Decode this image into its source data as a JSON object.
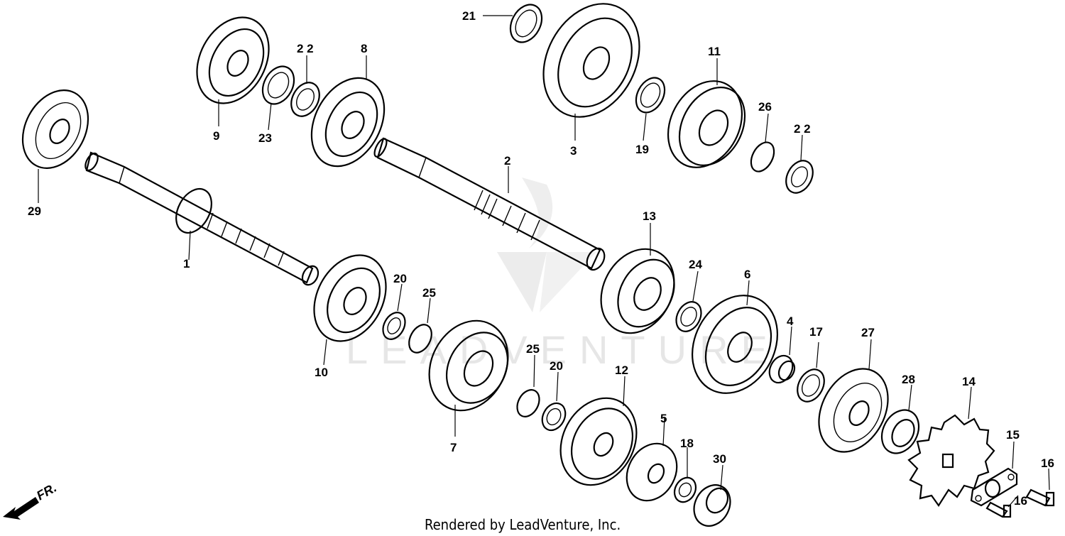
{
  "footer": "Rendered by LeadVenture, Inc.",
  "watermark": "LEADVENTURE",
  "direction_label": "FR.",
  "parts": [
    {
      "label": "1"
    },
    {
      "label": "2"
    },
    {
      "label": "3"
    },
    {
      "label": "4"
    },
    {
      "label": "5"
    },
    {
      "label": "6"
    },
    {
      "label": "7"
    },
    {
      "label": "8"
    },
    {
      "label": "9"
    },
    {
      "label": "10"
    },
    {
      "label": "11"
    },
    {
      "label": "12"
    },
    {
      "label": "13"
    },
    {
      "label": "14"
    },
    {
      "label": "15"
    },
    {
      "label": "16"
    },
    {
      "label": "16"
    },
    {
      "label": "17"
    },
    {
      "label": "18"
    },
    {
      "label": "19"
    },
    {
      "label": "20"
    },
    {
      "label": "20"
    },
    {
      "label": "21"
    },
    {
      "label": "2 2"
    },
    {
      "label": "2 2"
    },
    {
      "label": "23"
    },
    {
      "label": "24"
    },
    {
      "label": "25"
    },
    {
      "label": "25"
    },
    {
      "label": "26"
    },
    {
      "label": "27"
    },
    {
      "label": "28"
    },
    {
      "label": "29"
    },
    {
      "label": "30"
    }
  ]
}
